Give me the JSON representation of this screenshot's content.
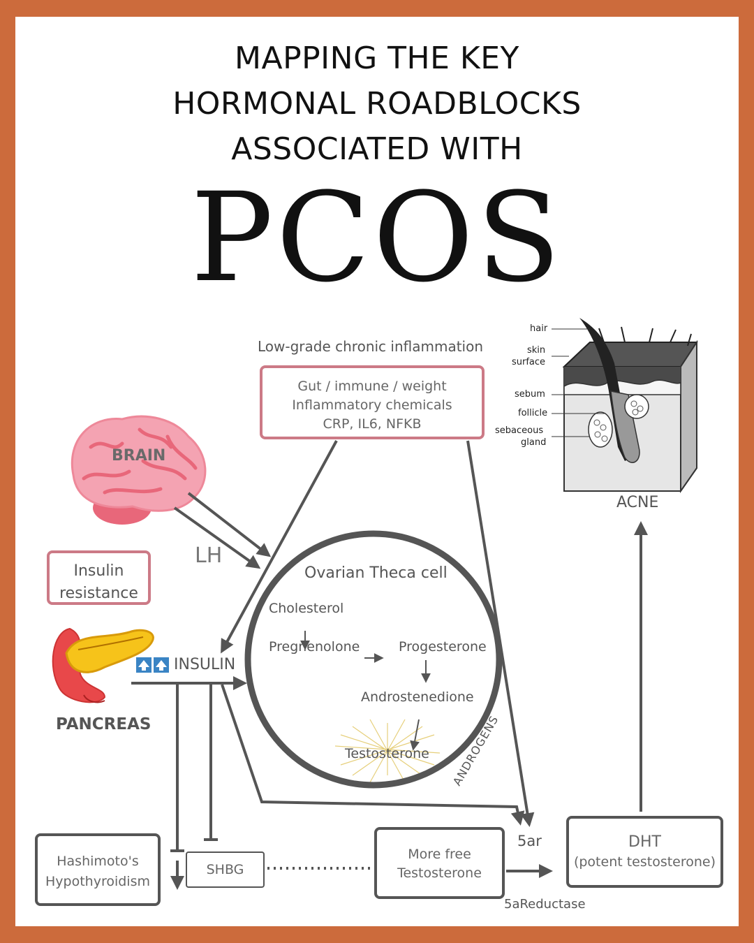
{
  "title": {
    "line1": "MAPPING THE KEY",
    "line2": "HORMONAL ROADBLOCKS",
    "line3": "ASSOCIATED WITH",
    "big": "PCOS"
  },
  "inflammation": {
    "heading": "Low-grade chronic inflammation",
    "line1": "Gut / immune / weight",
    "line2": "Inflammatory chemicals",
    "line3": "CRP, IL6, NFKB"
  },
  "skin": {
    "hair": "hair",
    "skin_surface_1": "skin",
    "skin_surface_2": "surface",
    "sebum": "sebum",
    "follicle": "follicle",
    "gland_1": "sebaceous",
    "gland_2": "gland",
    "caption": "ACNE"
  },
  "brain": {
    "label": "BRAIN"
  },
  "lh": "LH",
  "insulin_resistance": {
    "line1": "Insulin",
    "line2": "resistance"
  },
  "pancreas": {
    "label": "PANCREAS"
  },
  "insulin": "INSULIN",
  "theca": {
    "title": "Ovarian Theca cell",
    "cholesterol": "Cholesterol",
    "pregnenolone": "Pregnenolone",
    "progesterone": "Progesterone",
    "androstenedione": "Androstenedione",
    "testosterone": "Testosterone",
    "androgens": "ANDROGENS"
  },
  "hashimoto": {
    "line1": "Hashimoto's",
    "line2": "Hypothyroidism"
  },
  "shbg": "SHBG",
  "free_testo": {
    "line1": "More free",
    "line2": "Testosterone"
  },
  "ar": "5ar",
  "reductase": "5aReductase",
  "dht": {
    "line1": "DHT",
    "line2": "(potent testosterone)"
  },
  "colors": {
    "frame": "#cc6b3c",
    "pink_border": "#cc7a86",
    "arrow": "#555555",
    "insulin_badge": "#3a84c4"
  }
}
